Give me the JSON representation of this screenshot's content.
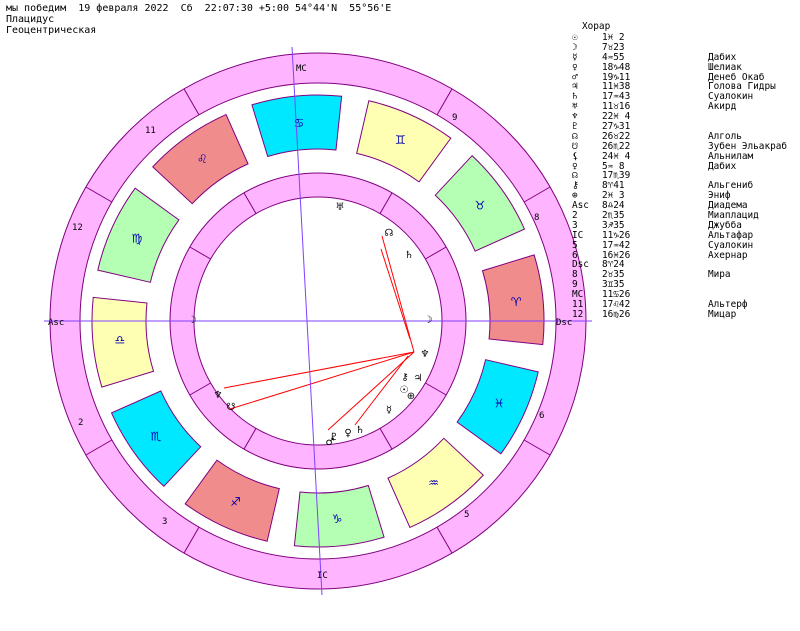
{
  "header": {
    "line1": "мы победим  19 февраля 2022  Сб  22:07:30 +5:00 54°44'N  55°56'E",
    "line2": "Плацидус",
    "line3": "Геоцентрическая"
  },
  "list": {
    "title": "Хорар",
    "rows": [
      {
        "sym": "☉",
        "pos": "1♓ 2",
        "star": ""
      },
      {
        "sym": "☽",
        "pos": "7♉23",
        "star": ""
      },
      {
        "sym": "☿",
        "pos": "4♒55",
        "star": "Дабих"
      },
      {
        "sym": "♀",
        "pos": "18♑48",
        "star": "Шелиак"
      },
      {
        "sym": "♂",
        "pos": "19♑11",
        "star": "Денеб Окаб"
      },
      {
        "sym": "♃",
        "pos": "11♓38",
        "star": "Голова Гидры"
      },
      {
        "sym": "♄",
        "pos": "17♒43",
        "star": "Суалокин"
      },
      {
        "sym": "♅",
        "pos": "11♉16",
        "star": "Акирд"
      },
      {
        "sym": "♆",
        "pos": "22♓ 4",
        "star": ""
      },
      {
        "sym": "♇",
        "pos": "27♑31",
        "star": ""
      },
      {
        "sym": "☊",
        "pos": "26♉22",
        "star": "Алголь"
      },
      {
        "sym": "☋",
        "pos": "26♏22",
        "star": "Зубен Эльакраб"
      },
      {
        "sym": "⚸",
        "pos": "24♓ 4",
        "star": "Альнилам"
      },
      {
        "sym": "♀",
        "pos": "5♒ 8",
        "star": "Дабих"
      },
      {
        "sym": "☊",
        "pos": "17♏39",
        "star": ""
      },
      {
        "sym": "⚷",
        "pos": "8♈41",
        "star": "Альгениб"
      },
      {
        "sym": "⊕",
        "pos": "2♓ 3",
        "star": "Эниф"
      },
      {
        "sym": "Asc",
        "pos": "8♎24",
        "star": "Диадема"
      },
      {
        "sym": "2",
        "pos": "2♏35",
        "star": "Миаплацид"
      },
      {
        "sym": "3",
        "pos": "3♐35",
        "star": "Джубба"
      },
      {
        "sym": "IC",
        "pos": "11♑26",
        "star": "Альтафар"
      },
      {
        "sym": "5",
        "pos": "17♒42",
        "star": "Суалокин"
      },
      {
        "sym": "6",
        "pos": "16♓26",
        "star": "Ахернар"
      },
      {
        "sym": "Dsc",
        "pos": "8♈24",
        "star": ""
      },
      {
        "sym": "8",
        "pos": "2♉35",
        "star": "Мира"
      },
      {
        "sym": "9",
        "pos": "3♊35",
        "star": ""
      },
      {
        "sym": "MC",
        "pos": "11♋26",
        "star": ""
      },
      {
        "sym": "11",
        "pos": "17♌42",
        "star": "Альтерф"
      },
      {
        "sym": "12",
        "pos": "16♍26",
        "star": "Мицар"
      }
    ]
  },
  "wheel": {
    "angles": {
      "mc": "MC",
      "ic": "IC",
      "asc": "Asc",
      "dsc": "Dsc"
    },
    "house_numbers": [
      "11",
      "9",
      "12",
      "8",
      "2",
      "6",
      "3",
      "5"
    ],
    "signs": [
      {
        "glyph": "♋",
        "color": "#00e8ff"
      },
      {
        "glyph": "♊",
        "color": "#ffffb4"
      },
      {
        "glyph": "♉",
        "color": "#b4ffb4"
      },
      {
        "glyph": "♈",
        "color": "#f08c8c"
      },
      {
        "glyph": "♓",
        "color": "#00e8ff"
      },
      {
        "glyph": "♒",
        "color": "#ffffb4"
      },
      {
        "glyph": "♑",
        "color": "#b4ffb4"
      },
      {
        "glyph": "♐",
        "color": "#f08c8c"
      },
      {
        "glyph": "♏",
        "color": "#00e8ff"
      },
      {
        "glyph": "♎",
        "color": "#ffffb4"
      },
      {
        "glyph": "♍",
        "color": "#b4ffb4"
      },
      {
        "glyph": "♌",
        "color": "#f08c8c"
      }
    ],
    "planets": [
      {
        "id": "uranus",
        "glyph": "♅"
      },
      {
        "id": "node",
        "glyph": "☊"
      },
      {
        "id": "mars-node",
        "glyph": "♄"
      },
      {
        "id": "moon",
        "glyph": "☽"
      },
      {
        "id": "moon-dsc",
        "glyph": "☽"
      },
      {
        "id": "neptune",
        "glyph": "♆"
      },
      {
        "id": "jupiter",
        "glyph": "♃"
      },
      {
        "id": "sun",
        "glyph": "☉"
      },
      {
        "id": "earth",
        "glyph": "⊕"
      },
      {
        "id": "mercury",
        "glyph": "☿"
      },
      {
        "id": "saturn",
        "glyph": "♄"
      },
      {
        "id": "venus",
        "glyph": "♀"
      },
      {
        "id": "pluto",
        "glyph": "♇"
      },
      {
        "id": "mars",
        "glyph": "♂"
      },
      {
        "id": "south-node",
        "glyph": "☋"
      },
      {
        "id": "neptune2",
        "glyph": "♆"
      },
      {
        "id": "chiron",
        "glyph": "⚷"
      }
    ],
    "colors": {
      "outer_ring": "#ffb4ff",
      "line": "#800080",
      "aspect": "#ff0000",
      "axis": "#8040ff"
    }
  }
}
